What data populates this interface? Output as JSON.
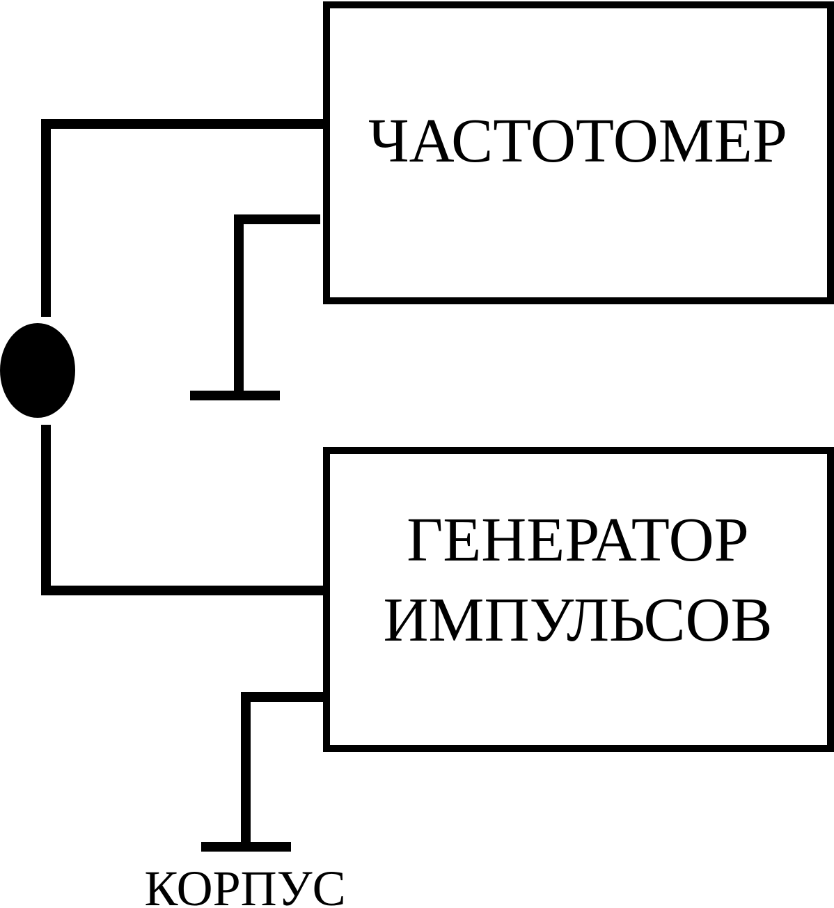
{
  "blocks": {
    "frequency_meter": "ЧАСТОТОМЕР",
    "pulse_generator_line1": "ГЕНЕРАТОР",
    "pulse_generator_line2": "ИМПУЛЬСОВ"
  },
  "ground_label": "КОРПУС"
}
